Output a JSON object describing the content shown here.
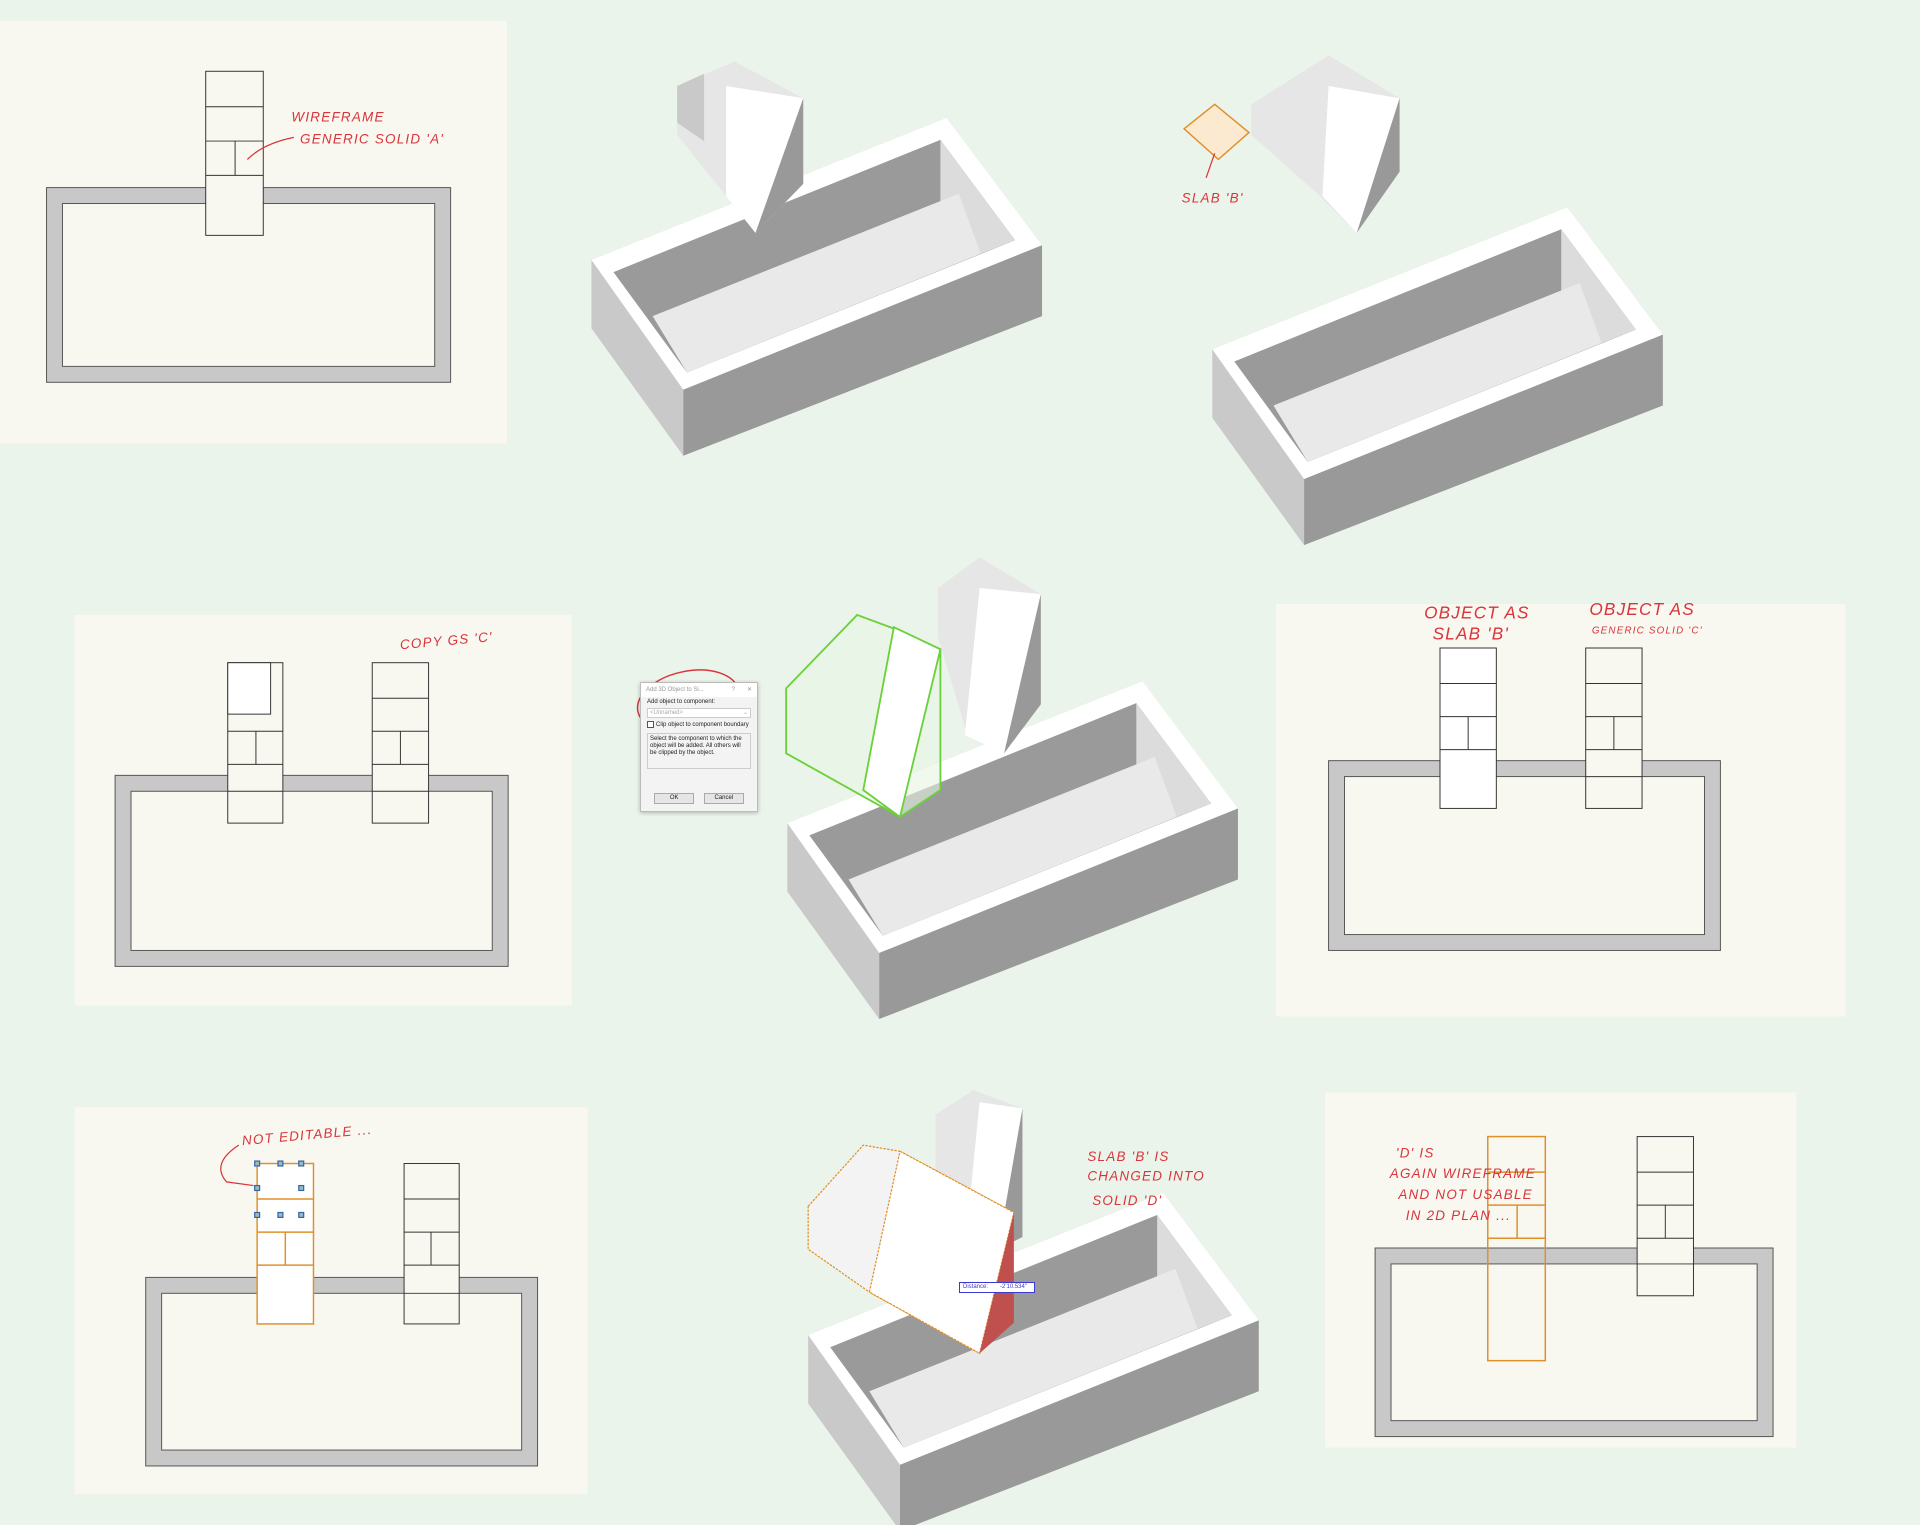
{
  "annotations": {
    "wireframe_a_line1": "WIREFRAME",
    "wireframe_a_line2": "GENERIC SOLID 'A'",
    "slab_b": "SLAB 'B'",
    "copy_gs_c": "COPY GS 'C'",
    "object_as_slab_line1": "OBJECT AS",
    "object_as_slab_line2": "SLAB 'B'",
    "object_as_gs_line1": "OBJECT AS",
    "object_as_gs_line2": "GENERIC SOLID 'C'",
    "not_editable": "NOT EDITABLE ...",
    "changed_line1": "SLAB 'B'   IS",
    "changed_line2": "CHANGED   INTO",
    "changed_line3": "SOLID 'D'",
    "d_line1": "'D'   IS",
    "d_line2": "AGAIN WIREFRAME",
    "d_line3": "AND NOT USABLE",
    "d_line4": "IN 2D PLAN ..."
  },
  "dialog": {
    "title": "Add 3D Object to Si...",
    "help": "?",
    "close": "✕",
    "label": "Add object to component:",
    "select_value": "<Unnamed>",
    "checkbox_label": "Clip object to component boundary",
    "checkbox_checked": false,
    "description": "Select the component to which the object will be added. All others will be clipped by the object.",
    "ok": "OK",
    "cancel": "Cancel"
  },
  "distance": {
    "label": "Distance:",
    "value": "-2'10.534\""
  },
  "colors": {
    "annotation": "#d9343a",
    "selection_green": "#6bd13a",
    "selection_orange": "#e0902a",
    "background": "#ebf4ea",
    "panel": "#f8f7f0"
  }
}
